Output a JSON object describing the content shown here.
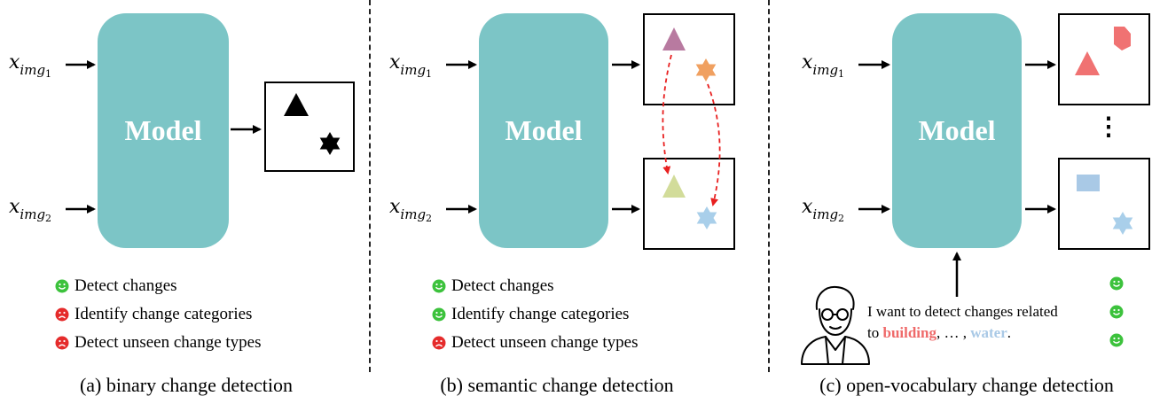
{
  "panels": [
    {
      "model_label": "Model",
      "caption": "(a) binary change detection",
      "inputs": [
        {
          "base": "x",
          "sub": "img",
          "subsub": "1"
        },
        {
          "base": "x",
          "sub": "img",
          "subsub": "2"
        }
      ],
      "checks": [
        {
          "status": "good",
          "text": "Detect changes"
        },
        {
          "status": "bad",
          "text": "Identify change categories"
        },
        {
          "status": "bad",
          "text": "Detect unseen change types"
        }
      ]
    },
    {
      "model_label": "Model",
      "caption": "(b) semantic change detection",
      "inputs": [
        {
          "base": "x",
          "sub": "img",
          "subsub": "1"
        },
        {
          "base": "x",
          "sub": "img",
          "subsub": "2"
        }
      ],
      "checks": [
        {
          "status": "good",
          "text": "Detect changes"
        },
        {
          "status": "good",
          "text": "Identify change categories"
        },
        {
          "status": "bad",
          "text": "Detect unseen change types"
        }
      ]
    },
    {
      "model_label": "Model",
      "caption": "(c) open-vocabulary change detection",
      "inputs": [
        {
          "base": "x",
          "sub": "img",
          "subsub": "1"
        },
        {
          "base": "x",
          "sub": "img",
          "subsub": "2"
        }
      ],
      "dots": "⋮",
      "prompt": {
        "line1": "I want to detect changes related",
        "prefix": "to ",
        "keyword1": "building",
        "middle": ", … , ",
        "keyword2": "water",
        "suffix": "."
      },
      "checks": [
        {
          "status": "good"
        },
        {
          "status": "good"
        },
        {
          "status": "good"
        }
      ]
    }
  ],
  "colors": {
    "model": "#7cc5c6",
    "good": "#3cc23c",
    "bad": "#e52b2b",
    "tri_purple": "#b87aa0",
    "star_orange": "#f0a060",
    "tri_green": "#d2dc9a",
    "star_blue": "#a9cfea",
    "red_shape": "#f07272",
    "blue_shape": "#a9c9e6",
    "arrow_dashed": "#e82020"
  }
}
